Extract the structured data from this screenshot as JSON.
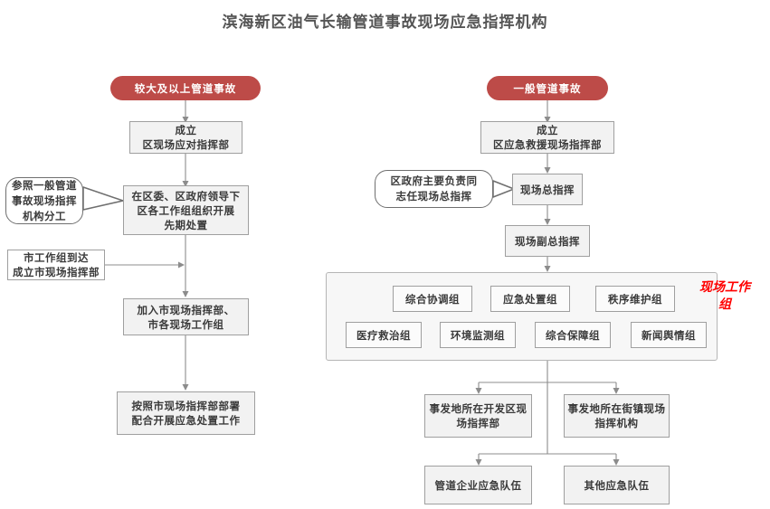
{
  "page": {
    "title": "滨海新区油气长输管道事故现场应急指挥机构",
    "accent_red": "#bd4b48",
    "tag_red": "#ff0000",
    "box_fill": "#f2f2f2",
    "line_color": "#8c8c8c"
  },
  "left_branch": {
    "header_pill": "较大及以上管道事故",
    "nodes": [
      {
        "id": "l1",
        "text": "成立\n区现场应对指挥部"
      },
      {
        "id": "l2",
        "text": "在区委、区政府领导下\n区各工作组组织开展\n先期处置"
      },
      {
        "id": "l3",
        "text": "加入市现场指挥部、\n市各现场工作组"
      },
      {
        "id": "l4",
        "text": "按照市现场指挥部部署\n配合开展应急处置工作"
      }
    ],
    "callout": "参照一般管道\n事故现场指挥\n机构分工",
    "side_note": "市工作组到达\n成立市现场指挥部"
  },
  "right_branch": {
    "header_pill": "一般管道事故",
    "nodes": [
      {
        "id": "r1",
        "text": "成立\n区应急救援现场指挥部"
      },
      {
        "id": "r2",
        "text": "现场总指挥"
      },
      {
        "id": "r3",
        "text": "现场副总指挥"
      }
    ],
    "callout": "区政府主要负责同\n志任现场总指挥",
    "work_group_panel": {
      "tag": "现场工作组",
      "row1": [
        "综合协调组",
        "应急处置组",
        "秩序维护组"
      ],
      "row2": [
        "医疗救治组",
        "环境监测组",
        "综合保障组",
        "新闻舆情组"
      ]
    },
    "field_level": [
      "事发地所在开发区现\n场指挥部",
      "事发地所在街镇现场\n指挥机构"
    ],
    "teams": [
      "管道企业应急队伍",
      "其他应急队伍"
    ]
  }
}
